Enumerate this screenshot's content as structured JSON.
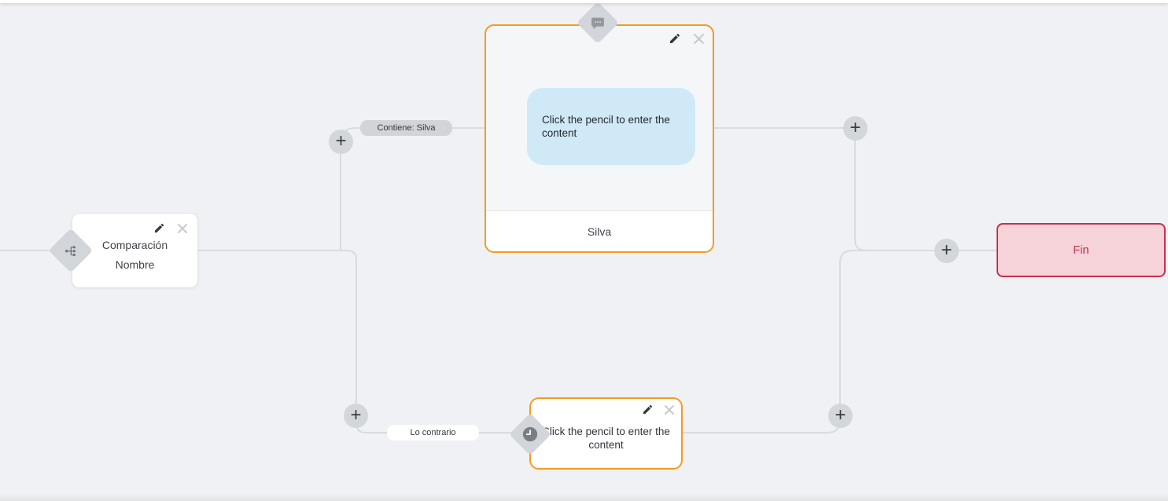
{
  "colors": {
    "canvas_bg": "#F0F1F4",
    "edge_line": "#D9DBDF",
    "accent_orange": "#F39C1F",
    "end_border_red": "#C2314D",
    "end_bg_pink": "#F6D3D9",
    "bubble_blue": "#CFE9F7",
    "badge_gray": "#D2D5D9"
  },
  "nodes": {
    "condition": {
      "title_line1": "Comparación",
      "title_line2": "Nombre",
      "type_icon": "sitemap-icon"
    },
    "message": {
      "body_placeholder": "Click the pencil to enter the content",
      "footer_label": "Silva",
      "type_icon": "chat-bubble-icon"
    },
    "delay": {
      "body_placeholder": "Click the pencil to enter the content",
      "type_icon": "clock-icon"
    },
    "end": {
      "label": "Fin"
    }
  },
  "edge_labels": {
    "contains": "Contiene: Silva",
    "otherwise": "Lo contrario"
  },
  "icons": {
    "edit": "pencil-icon",
    "delete": "close-icon",
    "add": "plus-icon",
    "plus_symbol": "+"
  }
}
